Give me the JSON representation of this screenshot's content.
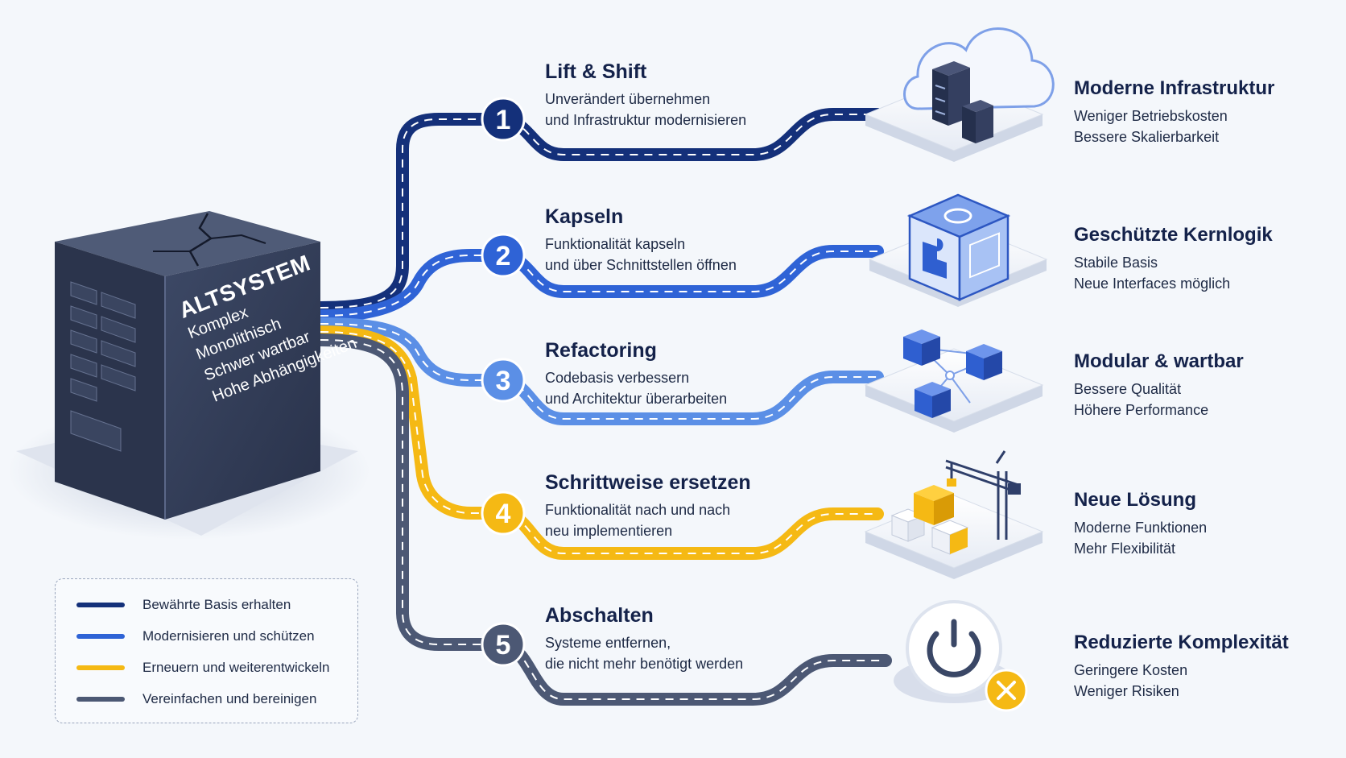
{
  "legacy": {
    "title": "ALTSYSTEM",
    "traits": [
      "Komplex",
      "Monolithisch",
      "Schwer wartbar",
      "Hohe Abhängigkeiten"
    ]
  },
  "steps": [
    {
      "num": "1",
      "title": "Lift & Shift",
      "line1": "Unverändert übernehmen",
      "line2": "und Infrastruktur modernisieren",
      "color": "#14307a"
    },
    {
      "num": "2",
      "title": "Kapseln",
      "line1": "Funktionalität kapseln",
      "line2": "und über Schnittstellen öffnen",
      "color": "#2f63d6"
    },
    {
      "num": "3",
      "title": "Refactoring",
      "line1": "Codebasis verbessern",
      "line2": "und Architektur überarbeiten",
      "color": "#5b8fe6"
    },
    {
      "num": "4",
      "title": "Schrittweise ersetzen",
      "line1": "Funktionalität nach und nach",
      "line2": "neu implementieren",
      "color": "#f5b914"
    },
    {
      "num": "5",
      "title": "Abschalten",
      "line1": "Systeme entfernen,",
      "line2": "die nicht mehr benötigt werden",
      "color": "#4c5874"
    }
  ],
  "results": [
    {
      "title": "Moderne Infrastruktur",
      "line1": "Weniger Betriebskosten",
      "line2": "Bessere Skalierbarkeit",
      "icon": "cloud-server-icon"
    },
    {
      "title": "Geschützte Kernlogik",
      "line1": "Stabile Basis",
      "line2": "Neue Interfaces möglich",
      "icon": "puzzle-cube-icon"
    },
    {
      "title": "Modular & wartbar",
      "line1": "Bessere Qualität",
      "line2": "Höhere Performance",
      "icon": "module-network-icon"
    },
    {
      "title": "Neue Lösung",
      "line1": "Moderne Funktionen",
      "line2": "Mehr Flexibilität",
      "icon": "construction-crane-icon"
    },
    {
      "title": "Reduzierte Komplexität",
      "line1": "Geringere Kosten",
      "line2": "Weniger Risiken",
      "icon": "power-off-icon"
    }
  ],
  "legend": [
    {
      "label": "Bewährte Basis erhalten",
      "color": "#14307a"
    },
    {
      "label": "Modernisieren und schützen",
      "color": "#2f63d6"
    },
    {
      "label": "Erneuern und weiterentwickeln",
      "color": "#f5b914"
    },
    {
      "label": "Vereinfachen und bereinigen",
      "color": "#4c5874"
    }
  ]
}
